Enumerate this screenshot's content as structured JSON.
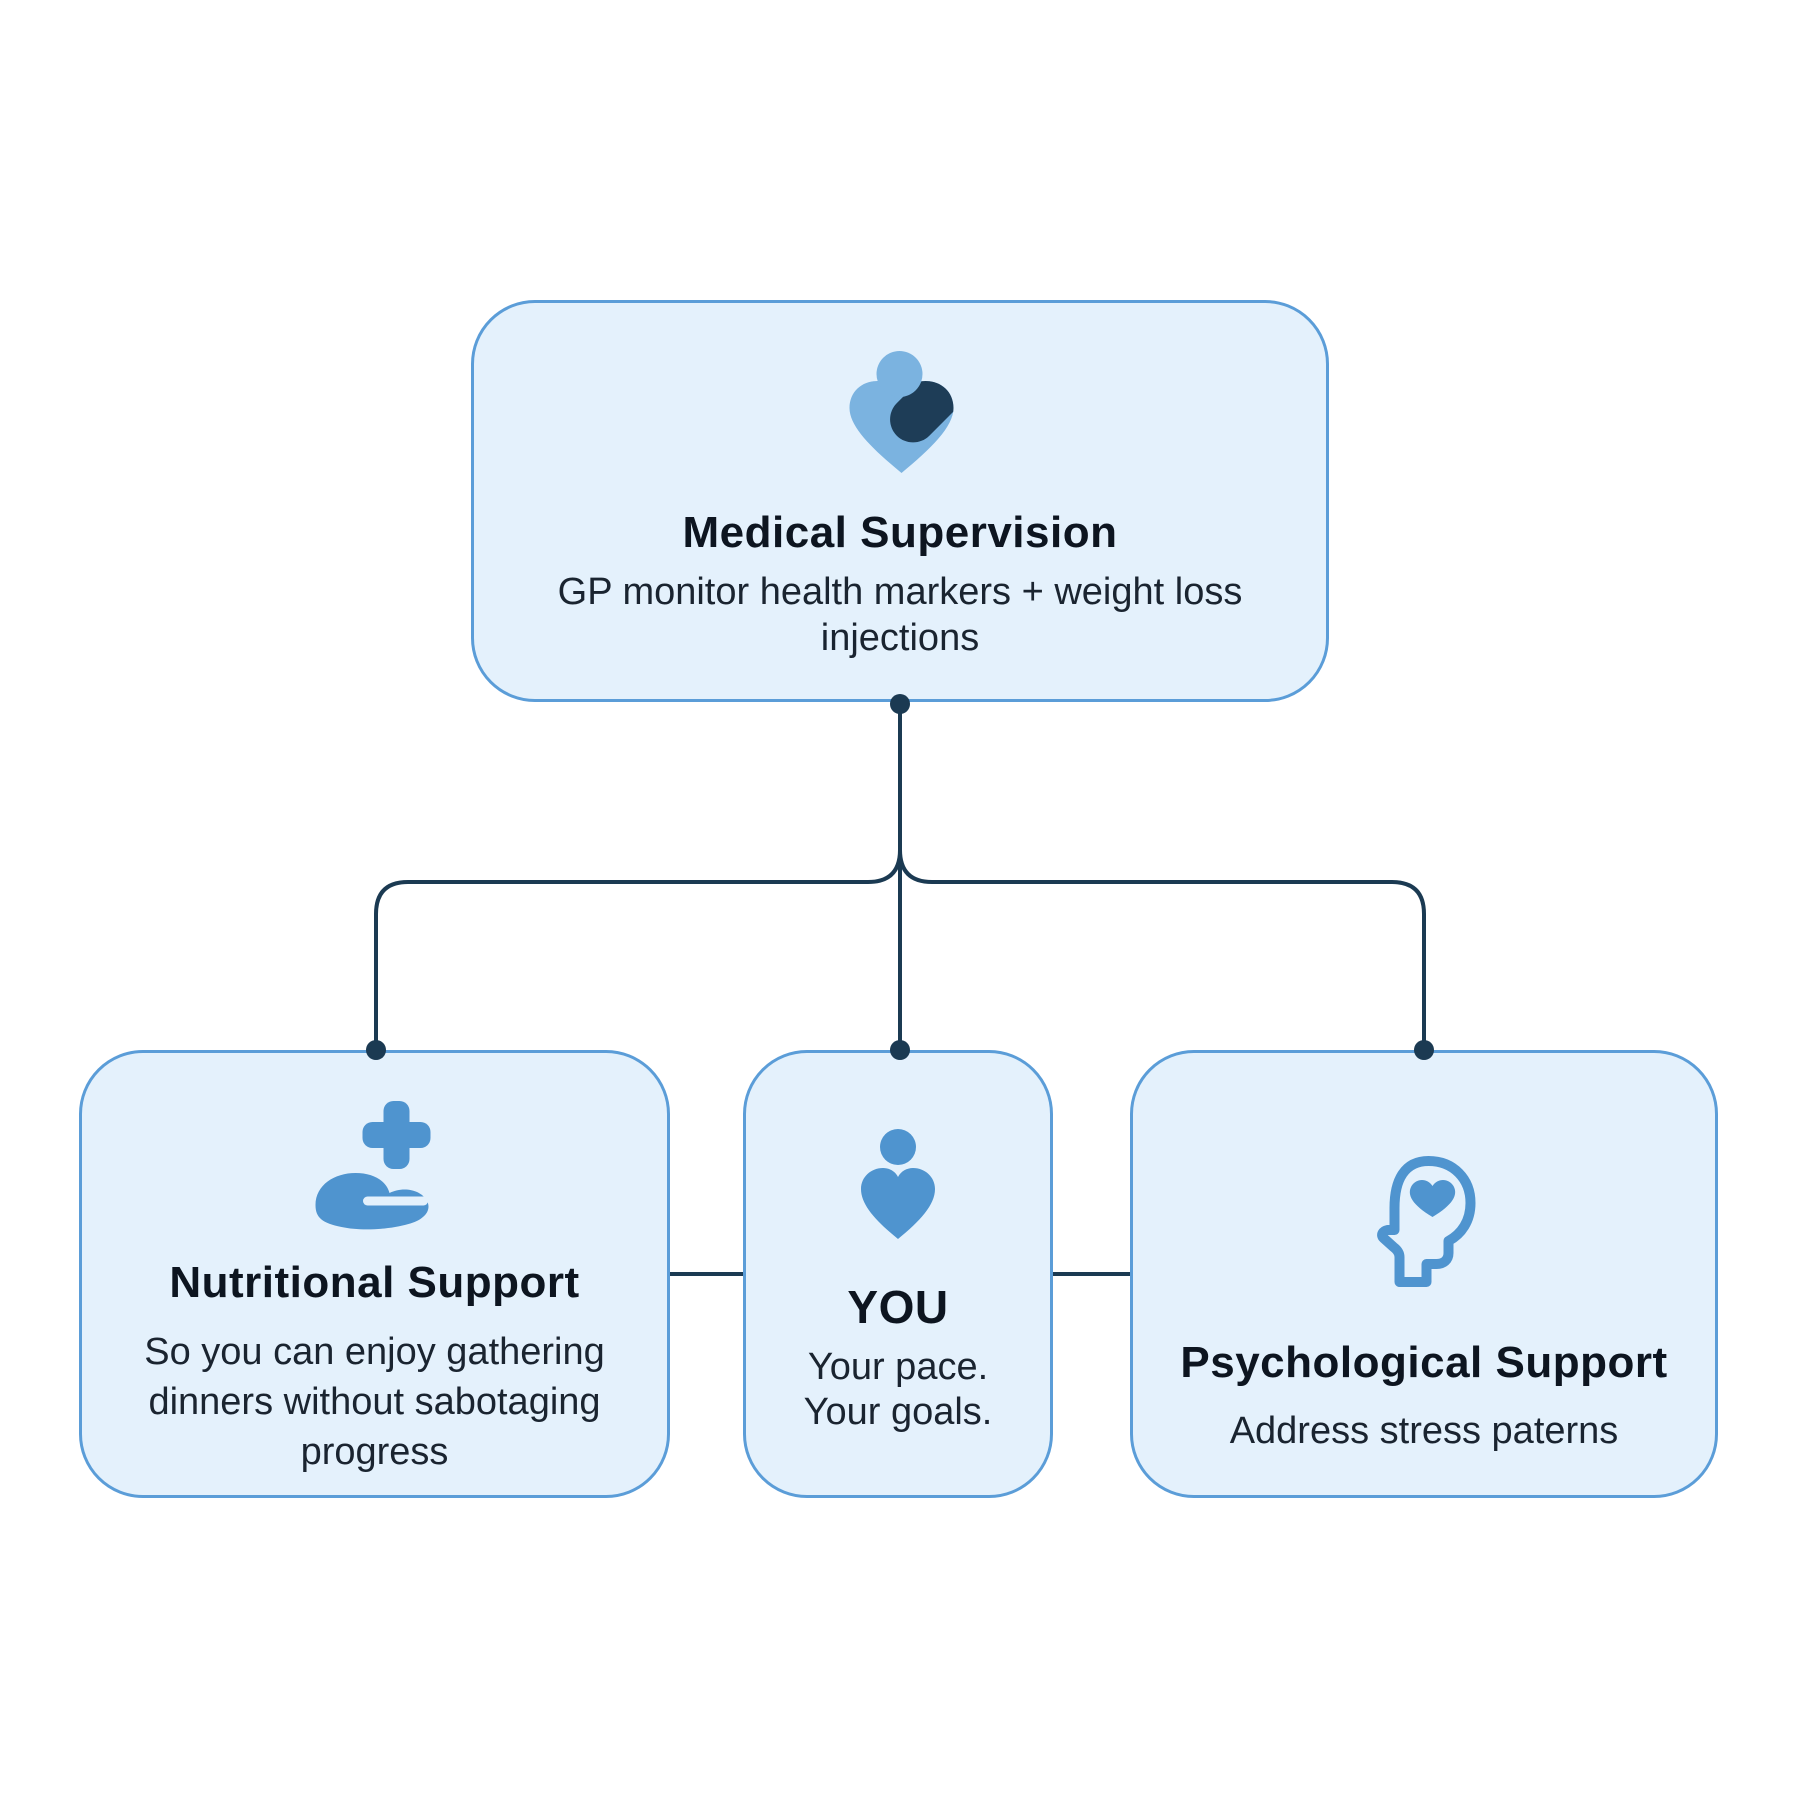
{
  "colors": {
    "background": "#ffffff",
    "card_fill": "#e4f1fc",
    "card_border": "#5b9dd8",
    "connector": "#1b3a52",
    "icon_blue": "#4f94cf",
    "icon_light_blue": "#7bb3e0",
    "icon_navy": "#1e3d57",
    "title_text": "#0d1520",
    "body_text": "#1a2430"
  },
  "boxes": {
    "medical": {
      "icon": "care-people-icon",
      "title": "Medical Supervision",
      "lines": [
        "GP monitor health markers + weight loss",
        "injections"
      ]
    },
    "nutritional": {
      "icon": "hand-cross-icon",
      "title": "Nutritional Support",
      "lines": [
        "So you can enjoy gathering",
        "dinners without sabotaging",
        "progress"
      ]
    },
    "you": {
      "icon": "person-heart-icon",
      "title": "YOU",
      "lines": [
        "Your pace.",
        "Your goals."
      ]
    },
    "psychological": {
      "icon": "head-heart-icon",
      "title": "Psychological Support",
      "lines": [
        "Address stress paterns"
      ]
    }
  }
}
